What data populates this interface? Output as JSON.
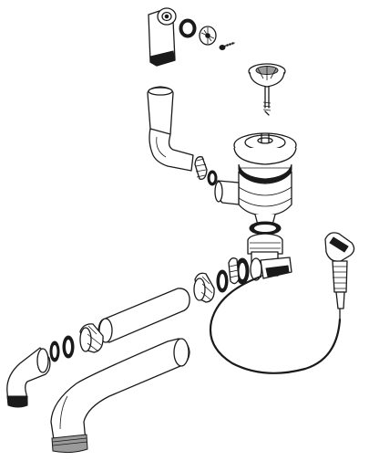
{
  "diagram": {
    "kind": "exploded-assembly",
    "parts": [
      {
        "id": "overflow-cover",
        "icon": "overflow-cover-icon"
      },
      {
        "id": "overflow-seal",
        "icon": "o-ring-icon"
      },
      {
        "id": "overflow-washer",
        "icon": "washer-icon"
      },
      {
        "id": "overflow-screw",
        "icon": "screw-icon"
      },
      {
        "id": "strainer-plug",
        "icon": "strainer-plug-icon"
      },
      {
        "id": "overflow-hose",
        "icon": "overflow-hose-icon"
      },
      {
        "id": "overflow-nut",
        "icon": "nut-icon"
      },
      {
        "id": "overflow-nut-seal",
        "icon": "o-ring-icon"
      },
      {
        "id": "sink-strainer-body",
        "icon": "strainer-body-icon"
      },
      {
        "id": "strainer-gasket",
        "icon": "o-ring-icon"
      },
      {
        "id": "valve-body",
        "icon": "valve-body-icon"
      },
      {
        "id": "outlet-seal",
        "icon": "o-ring-icon"
      },
      {
        "id": "outlet-nut",
        "icon": "nut-icon"
      },
      {
        "id": "cable-knob",
        "icon": "knob-icon"
      },
      {
        "id": "bowden-cable",
        "icon": "cable-icon"
      },
      {
        "id": "pipe-nut",
        "icon": "nut-icon"
      },
      {
        "id": "straight-pipe",
        "icon": "pipe-icon"
      },
      {
        "id": "pipe-nut-left",
        "icon": "nut-icon"
      },
      {
        "id": "pipe-seal-left",
        "icon": "o-ring-icon"
      },
      {
        "id": "elbow-connector",
        "icon": "elbow-icon"
      },
      {
        "id": "bent-pipe",
        "icon": "bent-pipe-icon"
      }
    ]
  }
}
